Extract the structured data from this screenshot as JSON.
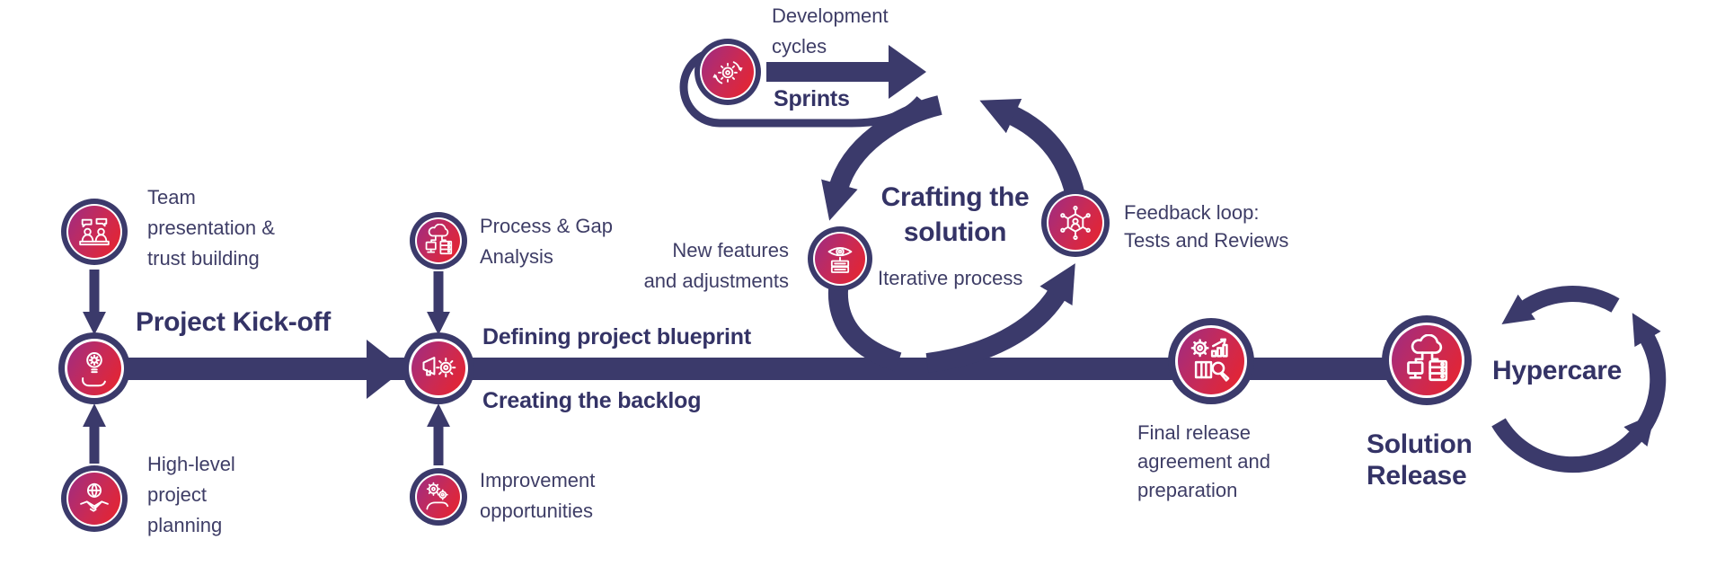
{
  "colors": {
    "connector_navy": "#3b3a6b",
    "heading_navy": "#343366",
    "text_navy": "#3e3d66",
    "node_gradient_from": "#9e2c83",
    "node_gradient_to": "#ea232a",
    "background": "#ffffff"
  },
  "stages": {
    "kickoff": {
      "title": "Project Kick-off",
      "above": [
        "Team",
        "presentation &",
        "trust building"
      ],
      "below": [
        "High-level",
        "project",
        "planning"
      ]
    },
    "definition": {
      "title_top": "Defining project blueprint",
      "title_bottom": "Creating the backlog",
      "above": [
        "Process & Gap",
        "Analysis"
      ],
      "below": [
        "Improvement",
        "opportunities"
      ]
    },
    "sprints": {
      "caption": [
        "Development",
        "cycles"
      ],
      "label": "Sprints"
    },
    "crafting": {
      "title": [
        "Crafting the",
        "solution"
      ],
      "subtitle": "Iterative process",
      "left_note": [
        "New features",
        "and adjustments"
      ],
      "right_note": [
        "Feedback loop:",
        "Tests and Reviews"
      ]
    },
    "release": {
      "title": [
        "Solution",
        "Release"
      ],
      "note": [
        "Final release",
        "agreement and",
        "preparation"
      ]
    },
    "hypercare": {
      "title": "Hypercare"
    }
  },
  "icons": {
    "kickoff_above": "team-presentation-icon",
    "kickoff_main": "idea-in-hand-icon",
    "kickoff_below": "global-planning-icon",
    "definition_above": "cloud-system-icon",
    "definition_main": "megaphone-gear-icon",
    "definition_below": "gears-hand-icon",
    "sprints": "sprint-cycle-icon",
    "crafting_left": "monitoring-eye-icon",
    "crafting_right": "feedback-network-icon",
    "release_prep": "release-analytics-icon",
    "release_main": "cloud-deployment-icon"
  }
}
